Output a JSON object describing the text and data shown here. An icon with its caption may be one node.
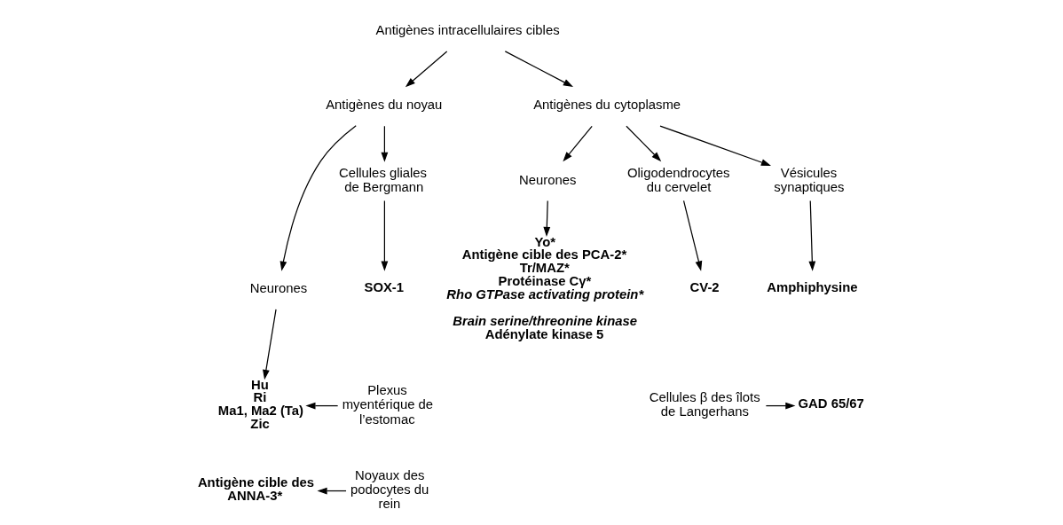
{
  "diagram": {
    "nodes": [
      {
        "text": [
          "Antigènes intracellulaires cibles"
        ]
      },
      {
        "text": [
          "Antigènes du noyau"
        ]
      },
      {
        "text": [
          "Antigènes du cytoplasme"
        ]
      },
      {
        "text": [
          "Neurones"
        ]
      },
      {
        "text": [
          "Cellules gliales de Bergmann"
        ]
      },
      {
        "text": [
          "Neurones"
        ]
      },
      {
        "text": [
          "Oligodendrocytes du cervelet"
        ]
      },
      {
        "text": [
          "Vésicules synaptiques"
        ]
      },
      {
        "text": [
          "Hu",
          "Ri",
          "Ma1, Ma2 (Ta)",
          "Zic"
        ]
      },
      {
        "text": [
          "Antigène cible des ANNA-3*"
        ]
      },
      {
        "text": [
          "SOX-1"
        ]
      },
      {
        "text": [
          "Plexus myentérique de l’estomac"
        ]
      },
      {
        "text": [
          "Noyaux des podocytes du rein"
        ]
      },
      {
        "text": [
          "Yo*",
          "Antigène cible des PCA-2*",
          "Tr/MAZ*",
          "Protéinase Cγ*",
          "Rho GTPase activating protein*",
          "Brain serine/threonine kinase",
          "Adénylate kinase 5"
        ]
      },
      {
        "text": [
          "CV-2"
        ]
      },
      {
        "text": [
          "Amphiphysine"
        ]
      },
      {
        "text": [
          "Cellules β des îlots de Langerhans"
        ]
      },
      {
        "text": [
          "GAD 65/67"
        ]
      }
    ],
    "edges": [
      {
        "from": 0,
        "to": 1,
        "arrow": "to"
      },
      {
        "from": 0,
        "to": 2,
        "arrow": "to"
      },
      {
        "from": 1,
        "to": 3,
        "arrow": "to"
      },
      {
        "from": 1,
        "to": 4,
        "arrow": "to"
      },
      {
        "from": 2,
        "to": 5,
        "arrow": "to"
      },
      {
        "from": 2,
        "to": 6,
        "arrow": "to"
      },
      {
        "from": 2,
        "to": 7,
        "arrow": "to"
      },
      {
        "from": 3,
        "to": 8,
        "arrow": "to"
      },
      {
        "from": 4,
        "to": 10,
        "arrow": "to"
      },
      {
        "from": 11,
        "to": 8,
        "arrow": "to"
      },
      {
        "from": 12,
        "to": 9,
        "arrow": "to"
      },
      {
        "from": 5,
        "to": 13,
        "arrow": "to"
      },
      {
        "from": 6,
        "to": 14,
        "arrow": "to"
      },
      {
        "from": 7,
        "to": 15,
        "arrow": "to"
      },
      {
        "from": 16,
        "to": 17,
        "arrow": "to"
      }
    ]
  }
}
